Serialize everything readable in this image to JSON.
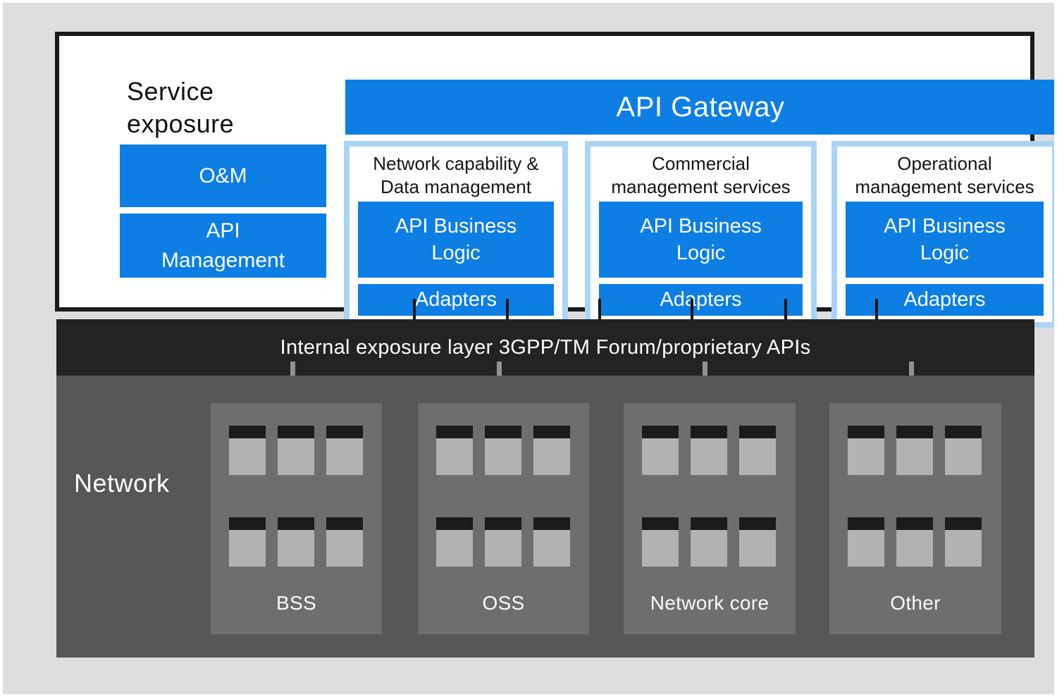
{
  "panel": {
    "title": "Service exposure",
    "side_boxes": [
      {
        "label": "O&M"
      },
      {
        "label": "API Management"
      }
    ],
    "api_gateway": {
      "label": "API Gateway"
    },
    "columns": [
      {
        "title_line1": "Network  capability &",
        "title_line2": "Data management",
        "business_logic": "API Business Logic",
        "adapters": "Adapters"
      },
      {
        "title_line1": "Commercial",
        "title_line2": "management services",
        "business_logic": "API Business Logic",
        "adapters": "Adapters"
      },
      {
        "title_line1": "Operational",
        "title_line2": "management services",
        "business_logic": "API Business Logic",
        "adapters": "Adapters"
      }
    ]
  },
  "exposure_band": {
    "label": "Internal exposure layer 3GPP/TM Forum/proprietary APIs"
  },
  "network": {
    "label": "Network",
    "racks": [
      {
        "label": "BSS"
      },
      {
        "label": "OSS"
      },
      {
        "label": "Network core"
      },
      {
        "label": "Other"
      }
    ]
  },
  "colors": {
    "blue": "#0d7ee4",
    "light_blue": "#aad4f6",
    "band_dark": "#232323",
    "network_gray": "#575757",
    "rack_gray": "#6e6e6e"
  }
}
